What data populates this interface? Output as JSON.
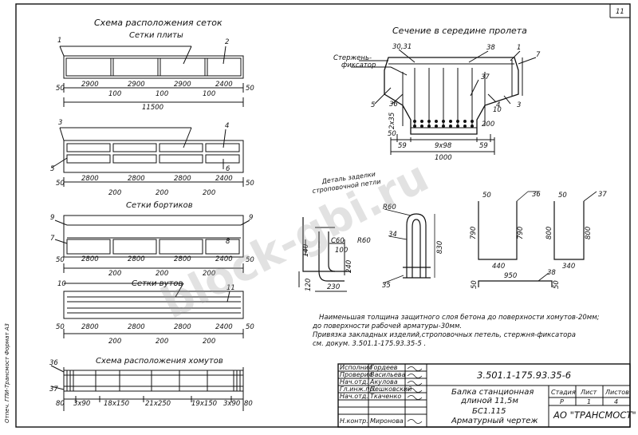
{
  "page_number": "11",
  "scheme": {
    "title": "Схема расположения сеток",
    "plate_title": "Сетки плиты",
    "sides_title": "Сетки бортиков",
    "butt_title": "Сетки вутов",
    "stirrups_title": "Схема расположения хомутов"
  },
  "plate": {
    "marks": [
      "1",
      "2",
      "3",
      "4",
      "5",
      "6"
    ],
    "row1_dims": [
      "50",
      "2900",
      "2900",
      "2900",
      "2400",
      "50"
    ],
    "row1_gaps": [
      "100",
      "100",
      "100"
    ],
    "total": "11500",
    "row2_dims": [
      "50",
      "2800",
      "2800",
      "2800",
      "2400",
      "50"
    ],
    "row2_gaps": [
      "200",
      "200",
      "200"
    ]
  },
  "sides": {
    "marks": [
      "9",
      "9",
      "7",
      "8"
    ],
    "dims": [
      "50",
      "2800",
      "2800",
      "2800",
      "2400",
      "50"
    ],
    "gaps": [
      "200",
      "200",
      "200"
    ]
  },
  "butt": {
    "marks": [
      "10",
      "11"
    ],
    "dims": [
      "50",
      "2800",
      "2800",
      "2800",
      "2400",
      "50"
    ],
    "gaps": [
      "200",
      "200",
      "200"
    ]
  },
  "stirrups": {
    "marks": [
      "36",
      "37"
    ],
    "dims": [
      "80",
      "3x90",
      "18x150",
      "21x250",
      "19x150",
      "3x90",
      "80"
    ]
  },
  "section": {
    "title": "Сечение в середине пролета",
    "labels": [
      "30,31",
      "38",
      "1",
      "7",
      "Стержень-",
      "фиксатор",
      "37",
      "5",
      "36",
      "4",
      "3"
    ],
    "side_dims": [
      "50",
      "2х35",
      "59",
      "9x98",
      "59",
      "1000",
      "200",
      "10"
    ]
  },
  "detail": {
    "title_line1": "Деталь заделки",
    "title_line2": "строповочной петли",
    "dims": [
      "140",
      "240",
      "C60",
      "R60",
      "100",
      "120",
      "230"
    ],
    "loop_labels": [
      "R60",
      "34",
      "830",
      "35"
    ]
  },
  "bars": {
    "bar36": {
      "mark": "36",
      "dims": [
        "50",
        "790",
        "790",
        "440"
      ]
    },
    "bar37": {
      "mark": "37",
      "dims": [
        "50",
        "800",
        "800",
        "340"
      ]
    },
    "bar38": {
      "mark": "38",
      "dims": [
        "50",
        "950",
        "50"
      ]
    }
  },
  "notes": [
    "Наименьшая толщина защитного слоя бетона до поверхности хомутов-20мм;",
    "до поверхности рабочей арматуры-30мм.",
    "Привязка закладных изделий,строповочных петель, стержня-фиксатора",
    "см. докум. 3.501.1-175.93.35-5 ."
  ],
  "title_block": {
    "roles": [
      "Исполнил",
      "Проверил",
      "Нач.отд.",
      "Гл.инж.пр.",
      "Нач.отд.",
      "Н.контр."
    ],
    "names": [
      "Гордеев",
      "Васильева",
      "Акулова",
      "Пешковский",
      "Ткаченко",
      "Миронова"
    ],
    "doc_code": "3.501.1-175.93.35-6",
    "item_line1": "Балка станционная",
    "item_line2": "длиной 11,5м",
    "item_line3": "БС1.115",
    "item_line4": "Арматурный чертеж",
    "stage_hdr": "Стадия",
    "sheet_hdr": "Лист",
    "sheets_hdr": "Листов",
    "stage": "Р",
    "sheet": "1",
    "sheets": "4",
    "org": "АО \"ТРАНСМОСТ\""
  },
  "side_stamp": "Отпеч. ГПИ-Трансмост  Формат А3",
  "watermark": "block-gbi.ru"
}
